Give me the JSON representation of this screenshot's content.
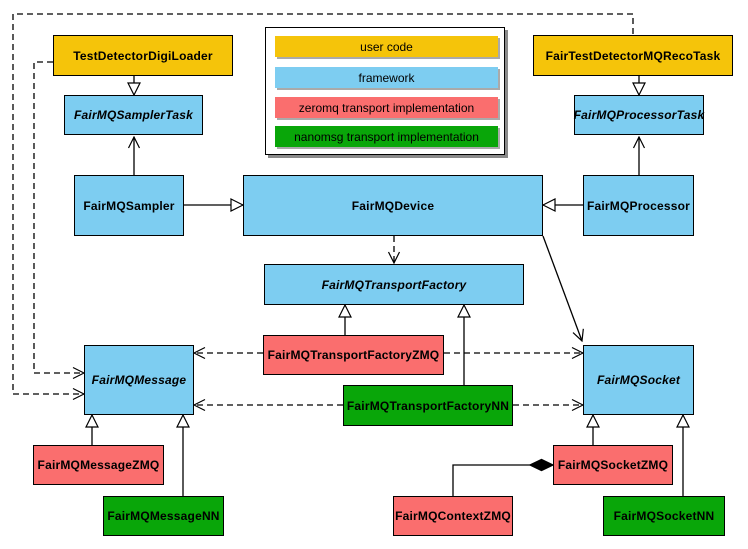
{
  "legend": {
    "items": [
      {
        "label": "user code",
        "color": "#F5C40A",
        "role": "user-code"
      },
      {
        "label": "framework",
        "color": "#7DCDF1",
        "role": "framework"
      },
      {
        "label": "zeromq transport implementation",
        "color": "#FA6E6E",
        "role": "zeromq"
      },
      {
        "label": "nanomsg transport implementation",
        "color": "#09A609",
        "role": "nanomsg"
      }
    ]
  },
  "classes": [
    {
      "label": "TestDetectorDigiLoader",
      "category": "user-code",
      "abstract": false
    },
    {
      "label": "FairTestDetectorMQRecoTask",
      "category": "user-code",
      "abstract": false
    },
    {
      "label": "FairMQSamplerTask",
      "category": "framework",
      "abstract": true
    },
    {
      "label": "FairMQProcessorTask",
      "category": "framework",
      "abstract": true
    },
    {
      "label": "FairMQSampler",
      "category": "framework",
      "abstract": false
    },
    {
      "label": "FairMQDevice",
      "category": "framework",
      "abstract": false
    },
    {
      "label": "FairMQProcessor",
      "category": "framework",
      "abstract": false
    },
    {
      "label": "FairMQTransportFactory",
      "category": "framework",
      "abstract": true
    },
    {
      "label": "FairMQTransportFactoryZMQ",
      "category": "zeromq",
      "abstract": false
    },
    {
      "label": "FairMQTransportFactoryNN",
      "category": "nanomsg",
      "abstract": false
    },
    {
      "label": "FairMQMessage",
      "category": "framework",
      "abstract": true
    },
    {
      "label": "FairMQSocket",
      "category": "framework",
      "abstract": true
    },
    {
      "label": "FairMQMessageZMQ",
      "category": "zeromq",
      "abstract": false
    },
    {
      "label": "FairMQMessageNN",
      "category": "nanomsg",
      "abstract": false
    },
    {
      "label": "FairMQContextZMQ",
      "category": "zeromq",
      "abstract": false
    },
    {
      "label": "FairMQSocketZMQ",
      "category": "zeromq",
      "abstract": false
    },
    {
      "label": "FairMQSocketNN",
      "category": "nanomsg",
      "abstract": false
    }
  ],
  "relationships": [
    {
      "from": "TestDetectorDigiLoader",
      "to": "FairMQSamplerTask",
      "type": "inheritance"
    },
    {
      "from": "FairTestDetectorMQRecoTask",
      "to": "FairMQProcessorTask",
      "type": "inheritance"
    },
    {
      "from": "FairMQSampler",
      "to": "FairMQSamplerTask",
      "type": "association"
    },
    {
      "from": "FairMQProcessor",
      "to": "FairMQProcessorTask",
      "type": "association"
    },
    {
      "from": "FairMQSampler",
      "to": "FairMQDevice",
      "type": "inheritance"
    },
    {
      "from": "FairMQProcessor",
      "to": "FairMQDevice",
      "type": "inheritance"
    },
    {
      "from": "FairMQDevice",
      "to": "FairMQTransportFactory",
      "type": "dependency"
    },
    {
      "from": "FairMQDevice",
      "to": "FairMQSocket",
      "type": "association"
    },
    {
      "from": "FairMQTransportFactoryZMQ",
      "to": "FairMQTransportFactory",
      "type": "inheritance"
    },
    {
      "from": "FairMQTransportFactoryNN",
      "to": "FairMQTransportFactory",
      "type": "inheritance"
    },
    {
      "from": "FairMQTransportFactoryZMQ",
      "to": "FairMQMessage",
      "type": "dependency"
    },
    {
      "from": "FairMQTransportFactoryZMQ",
      "to": "FairMQSocket",
      "type": "dependency"
    },
    {
      "from": "FairMQTransportFactoryNN",
      "to": "FairMQMessage",
      "type": "dependency"
    },
    {
      "from": "FairMQTransportFactoryNN",
      "to": "FairMQSocket",
      "type": "dependency"
    },
    {
      "from": "TestDetectorDigiLoader",
      "to": "FairMQMessage",
      "type": "dependency"
    },
    {
      "from": "FairTestDetectorMQRecoTask",
      "to": "FairMQMessage",
      "type": "dependency"
    },
    {
      "from": "FairMQMessageZMQ",
      "to": "FairMQMessage",
      "type": "inheritance"
    },
    {
      "from": "FairMQMessageNN",
      "to": "FairMQMessage",
      "type": "inheritance"
    },
    {
      "from": "FairMQSocketZMQ",
      "to": "FairMQSocket",
      "type": "inheritance"
    },
    {
      "from": "FairMQSocketNN",
      "to": "FairMQSocket",
      "type": "inheritance"
    },
    {
      "from": "FairMQContextZMQ",
      "to": "FairMQSocketZMQ",
      "type": "composition"
    }
  ]
}
